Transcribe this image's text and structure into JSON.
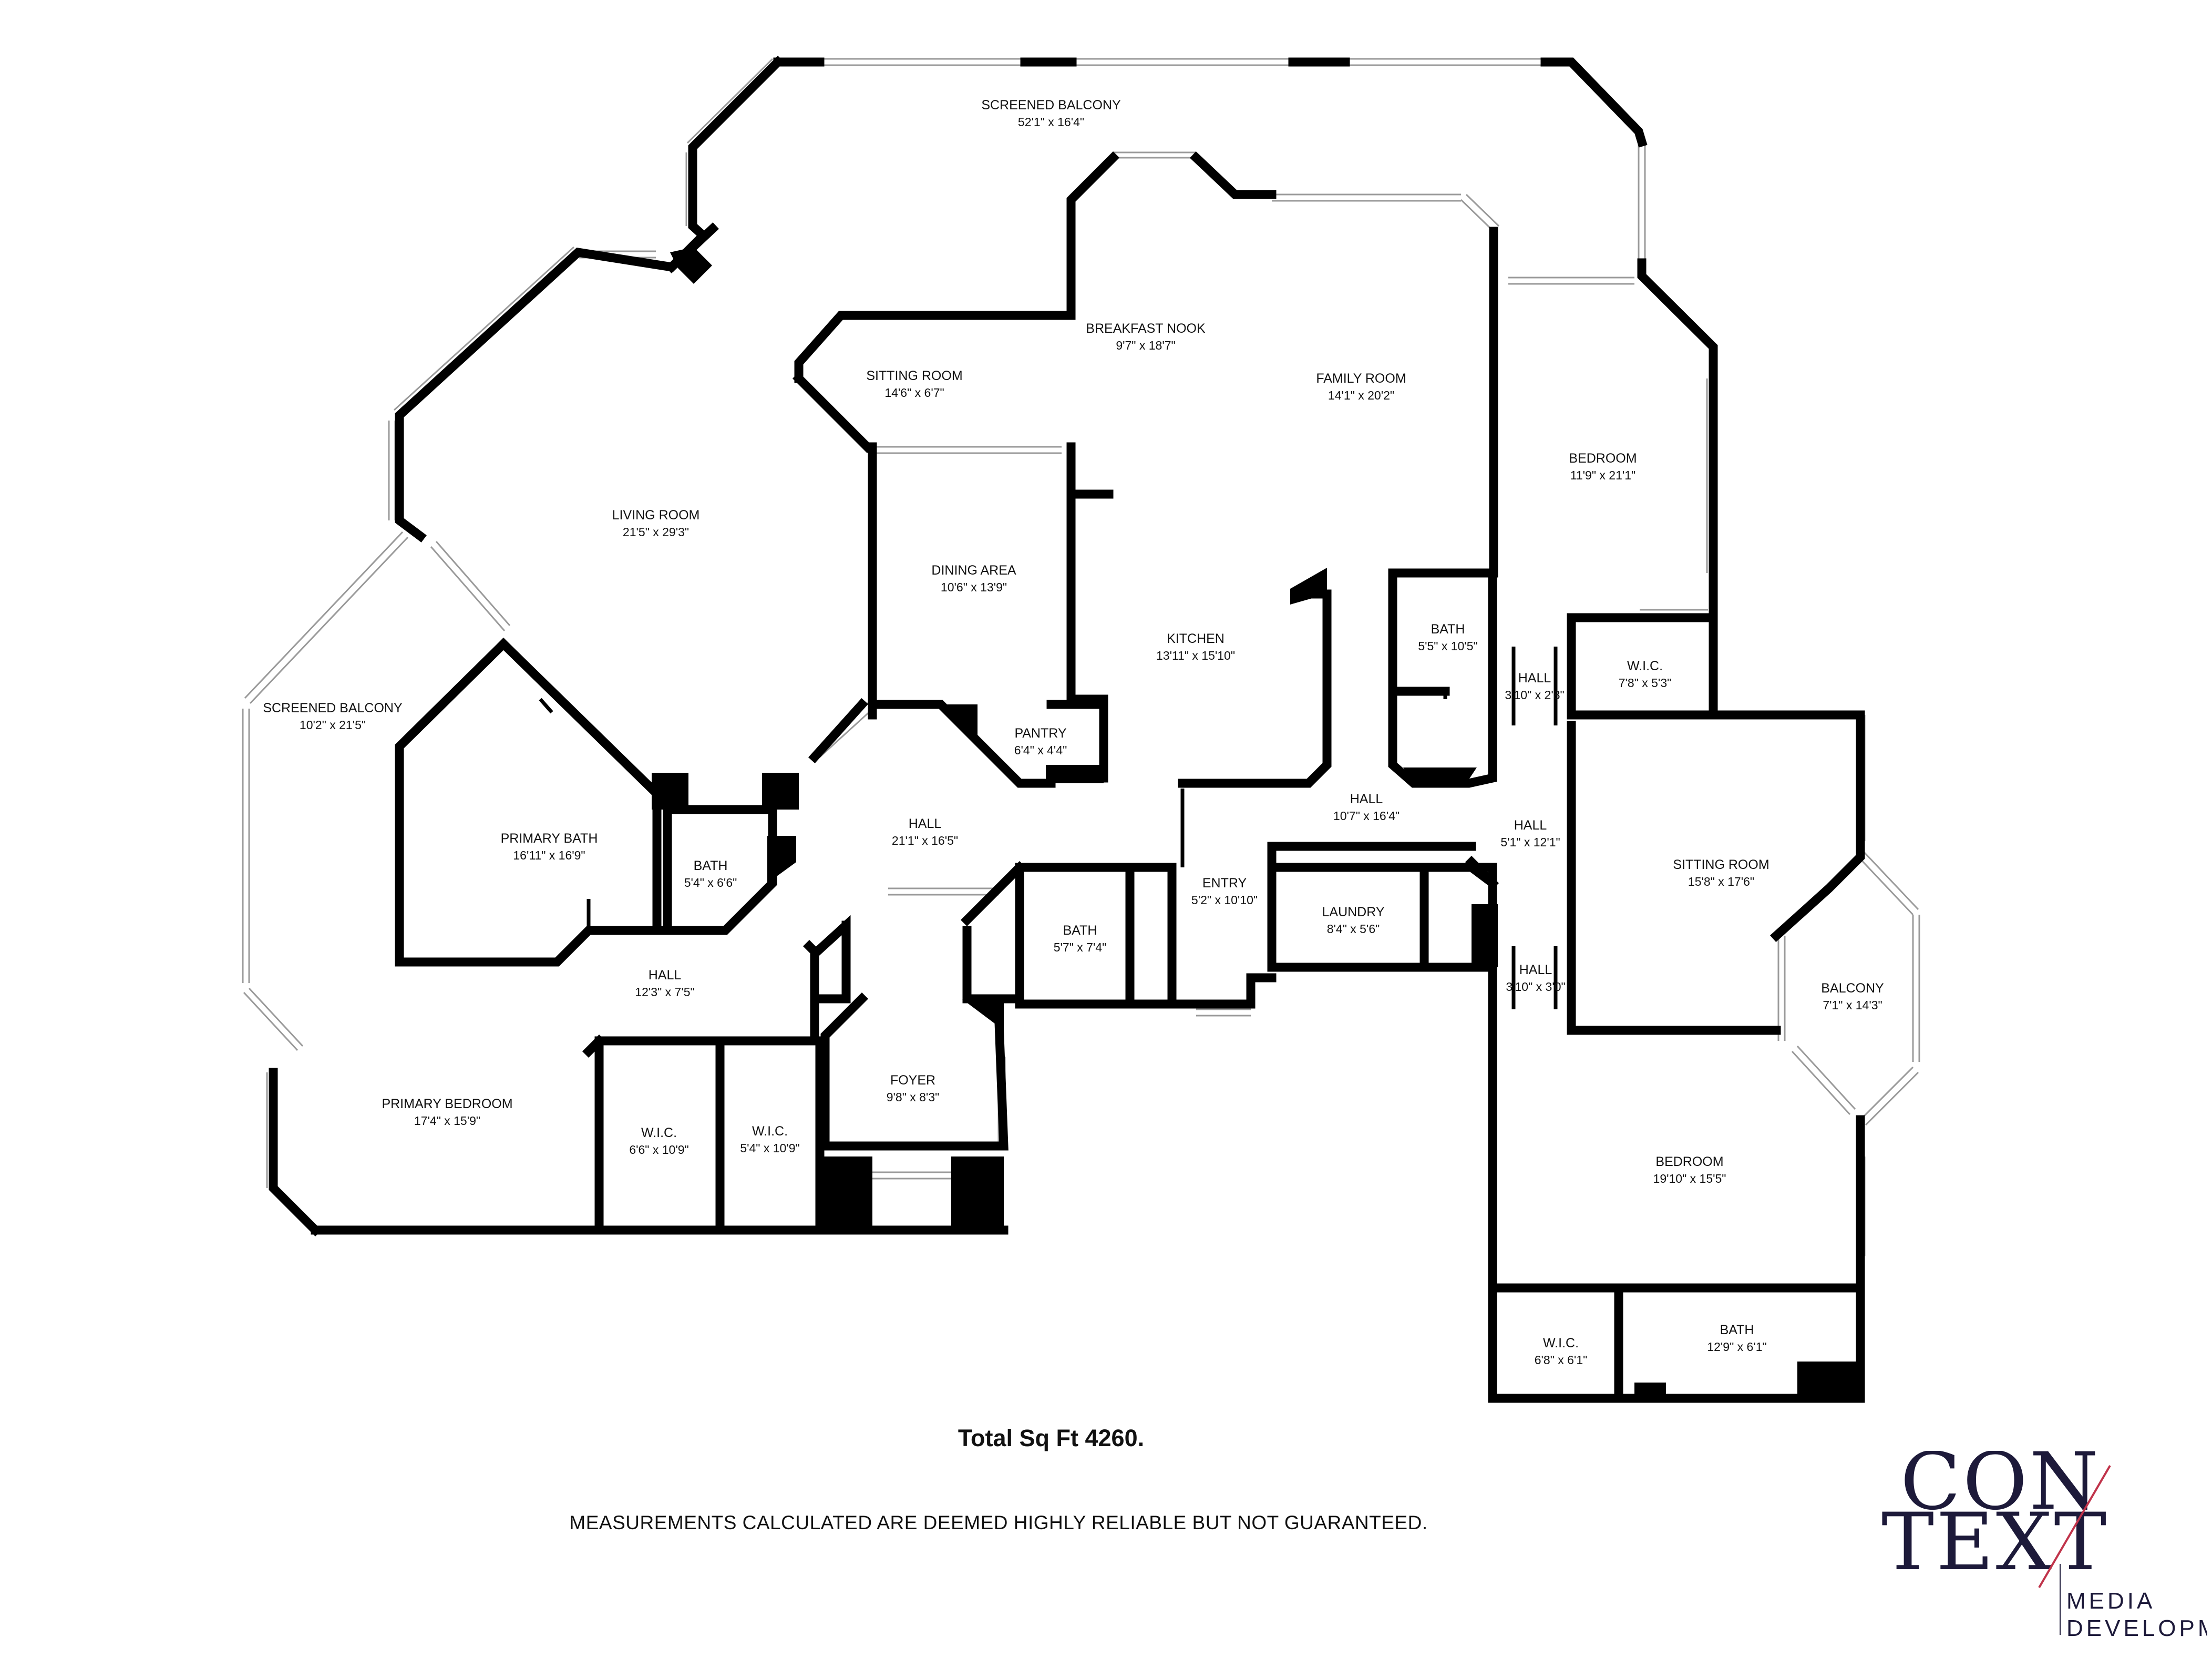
{
  "rooms": [
    {
      "id": "screened-balcony-top",
      "name": "SCREENED BALCONY",
      "dims": "52'1\" x 16'4\""
    },
    {
      "id": "breakfast-nook",
      "name": "BREAKFAST NOOK",
      "dims": "9'7\" x 18'7\""
    },
    {
      "id": "sitting-room-left",
      "name": "SITTING ROOM",
      "dims": "14'6\" x 6'7\""
    },
    {
      "id": "family-room",
      "name": "FAMILY ROOM",
      "dims": "14'1\" x 20'2\""
    },
    {
      "id": "bedroom-right-top",
      "name": "BEDROOM",
      "dims": "11'9\" x 21'1\""
    },
    {
      "id": "living-room",
      "name": "LIVING ROOM",
      "dims": "21'5\" x 29'3\""
    },
    {
      "id": "dining-area",
      "name": "DINING AREA",
      "dims": "10'6\" x 13'9\""
    },
    {
      "id": "kitchen",
      "name": "KITCHEN",
      "dims": "13'11\" x 15'10\""
    },
    {
      "id": "bath-kitchen-side",
      "name": "BATH",
      "dims": "5'5\" x 10'5\""
    },
    {
      "id": "hall-small-top",
      "name": "HALL",
      "dims": "3'10\" x 2'8\""
    },
    {
      "id": "wic-top-right",
      "name": "W.I.C.",
      "dims": "7'8\" x 5'3\""
    },
    {
      "id": "screened-balcony-left",
      "name": "SCREENED BALCONY",
      "dims": "10'2\" x 21'5\""
    },
    {
      "id": "pantry",
      "name": "PANTRY",
      "dims": "6'4\" x 4'4\""
    },
    {
      "id": "primary-bath",
      "name": "PRIMARY BATH",
      "dims": "16'11\" x 16'9\""
    },
    {
      "id": "hall-main",
      "name": "HALL",
      "dims": "21'1\" x 16'5\""
    },
    {
      "id": "hall-center",
      "name": "HALL",
      "dims": "10'7\" x 16'4\""
    },
    {
      "id": "hall-right",
      "name": "HALL",
      "dims": "5'1\" x 12'1\""
    },
    {
      "id": "sitting-room-right",
      "name": "SITTING ROOM",
      "dims": "15'8\" x 17'6\""
    },
    {
      "id": "bath-small",
      "name": "BATH",
      "dims": "5'4\" x 6'6\""
    },
    {
      "id": "entry",
      "name": "ENTRY",
      "dims": "5'2\" x 10'10\""
    },
    {
      "id": "laundry",
      "name": "LAUNDRY",
      "dims": "8'4\" x 5'6\""
    },
    {
      "id": "bath-center",
      "name": "BATH",
      "dims": "5'7\" x 7'4\""
    },
    {
      "id": "hall-bottom-left",
      "name": "HALL",
      "dims": "12'3\" x 7'5\""
    },
    {
      "id": "hall-small-bottom",
      "name": "HALL",
      "dims": "3'10\" x 3'0\""
    },
    {
      "id": "balcony",
      "name": "BALCONY",
      "dims": "7'1\" x 14'3\""
    },
    {
      "id": "foyer",
      "name": "FOYER",
      "dims": "9'8\" x 8'3\""
    },
    {
      "id": "primary-bedroom",
      "name": "PRIMARY BEDROOM",
      "dims": "17'4\" x 15'9\""
    },
    {
      "id": "wic-left",
      "name": "W.I.C.",
      "dims": "6'6\" x 10'9\""
    },
    {
      "id": "wic-middle",
      "name": "W.I.C.",
      "dims": "5'4\" x 10'9\""
    },
    {
      "id": "bedroom-right-bottom",
      "name": "BEDROOM",
      "dims": "19'10\" x 15'5\""
    },
    {
      "id": "wic-bottom-right",
      "name": "W.I.C.",
      "dims": "6'8\" x 6'1\""
    },
    {
      "id": "bath-bottom-right",
      "name": "BATH",
      "dims": "12'9\" x 6'1\""
    }
  ],
  "footer": {
    "total": "Total Sq Ft 4260.",
    "disclaimer": "MEASUREMENTS CALCULATED ARE DEEMED HIGHLY RELIABLE BUT NOT GUARANTEED."
  },
  "logo": {
    "line1": "CON",
    "line2": "TEXT",
    "line3": "MEDIA",
    "line4": "DEVELOPMENT",
    "accent_color": "#c0334a",
    "text_color": "#1d1a3a"
  }
}
